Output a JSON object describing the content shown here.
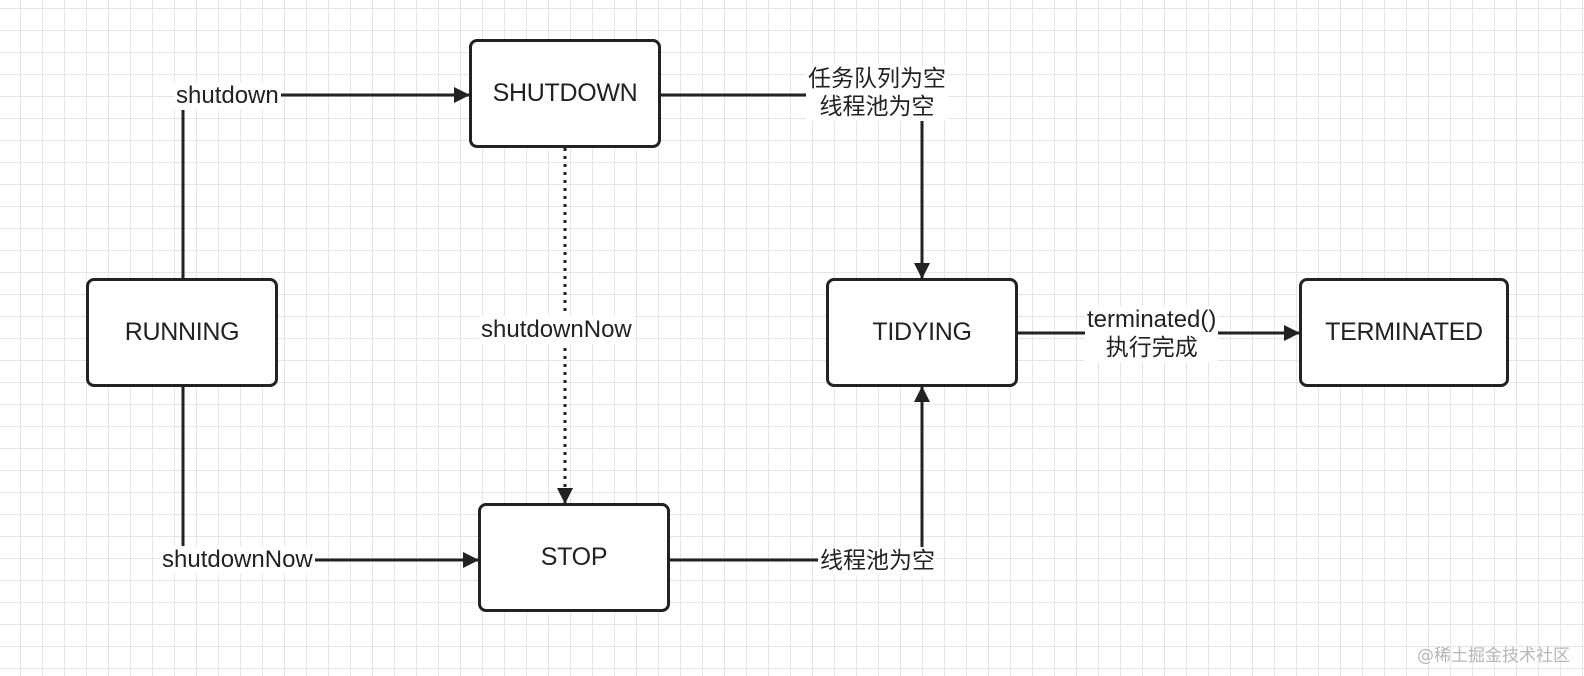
{
  "nodes": {
    "running": "RUNNING",
    "shutdown": "SHUTDOWN",
    "stop": "STOP",
    "tidying": "TIDYING",
    "terminated": "TERMINATED"
  },
  "edges": {
    "running_to_shutdown": "shutdown",
    "running_to_stop": "shutdownNow",
    "shutdown_to_stop": "shutdownNow",
    "shutdown_to_tidying": [
      "任务队列为空",
      "线程池为空"
    ],
    "stop_to_tidying": "线程池为空",
    "tidying_to_terminated": [
      "terminated()",
      "执行完成"
    ]
  },
  "watermark": "@稀土掘金技术社区",
  "colors": {
    "stroke": "#222222",
    "grid": "#e6e6e6",
    "background": "#ffffff"
  }
}
